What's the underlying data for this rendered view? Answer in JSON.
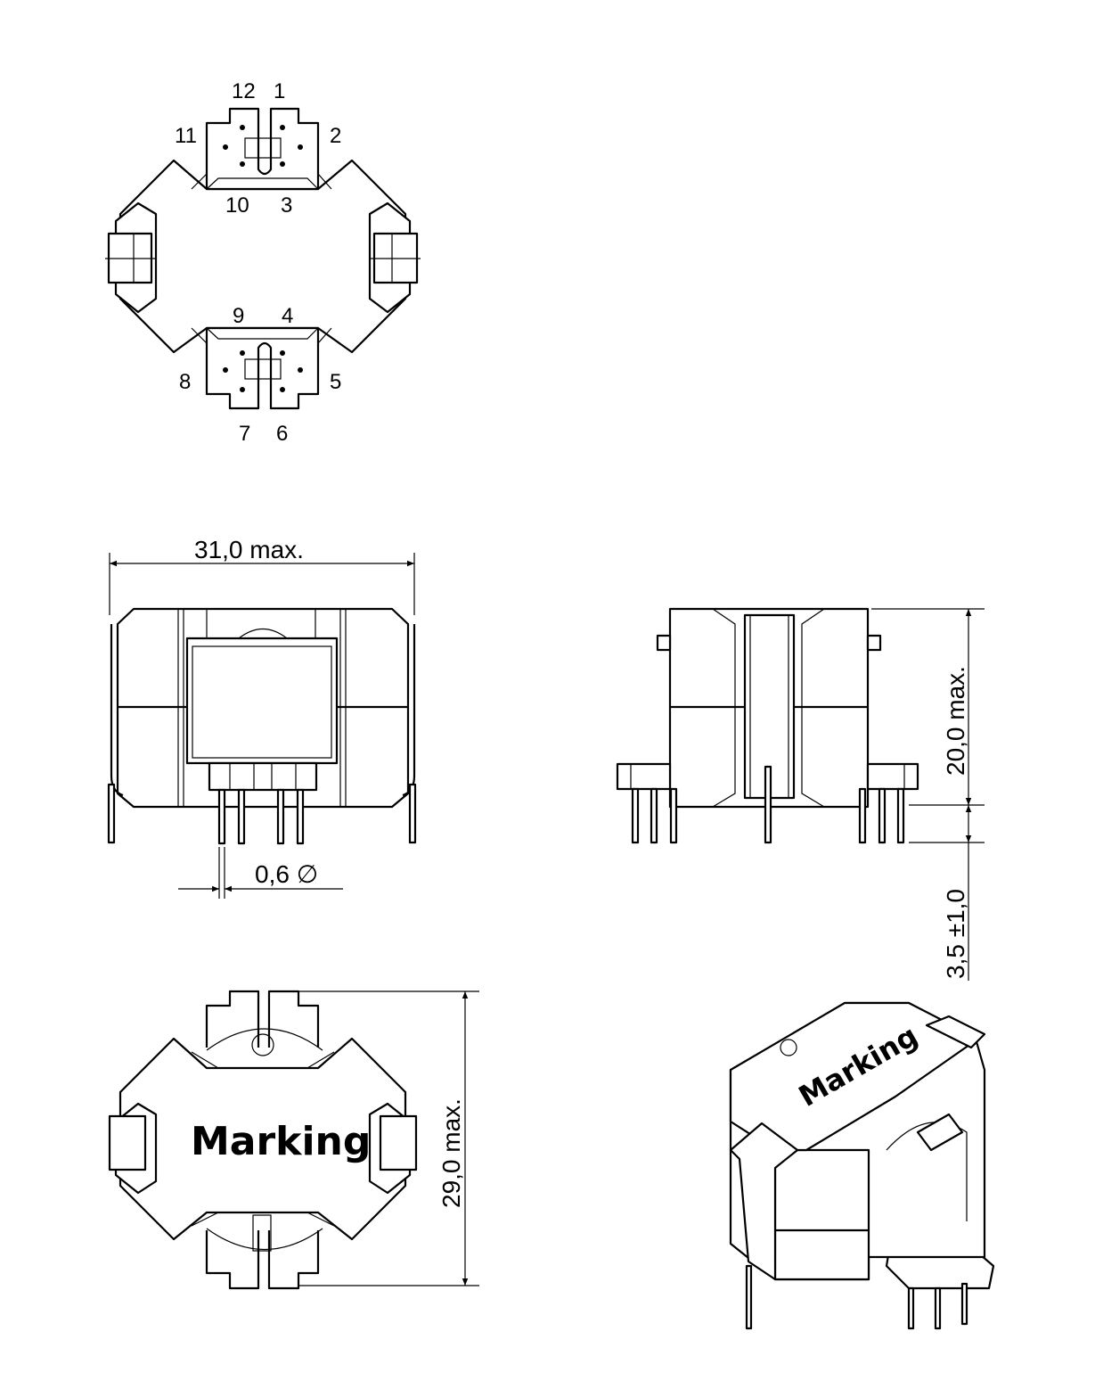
{
  "pin_view": {
    "pins": {
      "p12": "12",
      "p1": "1",
      "p11": "11",
      "p2": "2",
      "p10": "10",
      "p3": "3",
      "p9": "9",
      "p4": "4",
      "p8": "8",
      "p5": "5",
      "p7": "7",
      "p6": "6"
    }
  },
  "front_view": {
    "width_dim": "31,0  max.",
    "pin_dim": "0,6  ∅"
  },
  "side_view": {
    "height_dim": "20,0  max.",
    "pin_length_dim": "3,5 ±1,0"
  },
  "top_view": {
    "depth_dim": "29,0  max.",
    "marking": "Marking"
  },
  "iso_view": {
    "marking": "Marking"
  }
}
